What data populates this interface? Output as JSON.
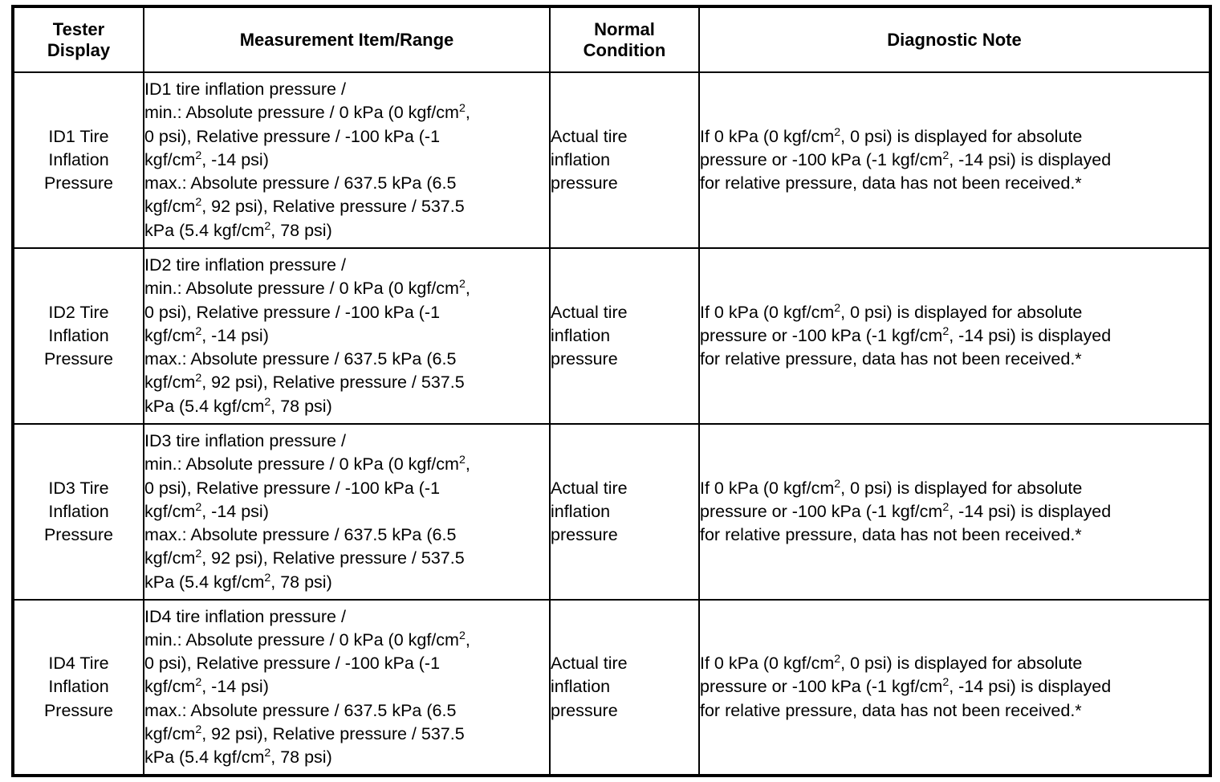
{
  "table": {
    "headers": [
      {
        "id": "tester-display",
        "line1": "Tester",
        "line2": "Display"
      },
      {
        "id": "measurement-item-range",
        "line1": "Measurement Item/Range",
        "line2": ""
      },
      {
        "id": "normal-condition",
        "line1": "Normal",
        "line2": "Condition"
      },
      {
        "id": "diagnostic-note",
        "line1": "Diagnostic Note",
        "line2": ""
      }
    ],
    "rows": [
      {
        "display": {
          "line1": "ID1 Tire",
          "line2": "Inflation",
          "line3": "Pressure"
        },
        "measurement": {
          "l1": "ID1 tire inflation pressure /",
          "l2a": "min.: Absolute pressure / 0 kPa (0 kgf/cm",
          "l2b": "2",
          "l2c": ",",
          "l3": "0 psi), Relative pressure / -100 kPa (-1",
          "l4a": "kgf/cm",
          "l4b": "2",
          "l4c": ", -14 psi)",
          "l5": "max.: Absolute pressure / 637.5 kPa (6.5",
          "l6a": "kgf/cm",
          "l6b": "2",
          "l6c": ", 92 psi), Relative pressure / 537.5",
          "l7a": "kPa (5.4 kgf/cm",
          "l7b": "2",
          "l7c": ", 78 psi)"
        },
        "normal": {
          "line1": "Actual tire",
          "line2": "inflation",
          "line3": "pressure"
        },
        "note": {
          "l1a": "If 0 kPa (0 kgf/cm",
          "l1b": "2",
          "l1c": ", 0 psi) is displayed for absolute",
          "l2a": "pressure or -100 kPa (-1 kgf/cm",
          "l2b": "2",
          "l2c": ", -14 psi) is displayed",
          "l3": "for relative pressure, data has not been received.*"
        }
      },
      {
        "display": {
          "line1": "ID2 Tire",
          "line2": "Inflation",
          "line3": "Pressure"
        },
        "measurement": {
          "l1": "ID2 tire inflation pressure /",
          "l2a": "min.: Absolute pressure / 0 kPa (0 kgf/cm",
          "l2b": "2",
          "l2c": ",",
          "l3": "0 psi), Relative pressure / -100 kPa (-1",
          "l4a": "kgf/cm",
          "l4b": "2",
          "l4c": ", -14 psi)",
          "l5": "max.: Absolute pressure / 637.5 kPa (6.5",
          "l6a": "kgf/cm",
          "l6b": "2",
          "l6c": ", 92 psi), Relative pressure / 537.5",
          "l7a": "kPa (5.4 kgf/cm",
          "l7b": "2",
          "l7c": ", 78 psi)"
        },
        "normal": {
          "line1": "Actual tire",
          "line2": "inflation",
          "line3": "pressure"
        },
        "note": {
          "l1a": "If 0 kPa (0 kgf/cm",
          "l1b": "2",
          "l1c": ", 0 psi) is displayed for absolute",
          "l2a": "pressure or -100 kPa (-1 kgf/cm",
          "l2b": "2",
          "l2c": ", -14 psi) is displayed",
          "l3": "for relative pressure, data has not been received.*"
        }
      },
      {
        "display": {
          "line1": "ID3 Tire",
          "line2": "Inflation",
          "line3": "Pressure"
        },
        "measurement": {
          "l1": "ID3 tire inflation pressure /",
          "l2a": "min.: Absolute pressure / 0 kPa (0 kgf/cm",
          "l2b": "2",
          "l2c": ",",
          "l3": "0 psi), Relative pressure / -100 kPa (-1",
          "l4a": "kgf/cm",
          "l4b": "2",
          "l4c": ", -14 psi)",
          "l5": "max.: Absolute pressure / 637.5 kPa (6.5",
          "l6a": "kgf/cm",
          "l6b": "2",
          "l6c": ", 92 psi), Relative pressure / 537.5",
          "l7a": "kPa (5.4 kgf/cm",
          "l7b": "2",
          "l7c": ", 78 psi)"
        },
        "normal": {
          "line1": "Actual tire",
          "line2": "inflation",
          "line3": "pressure"
        },
        "note": {
          "l1a": "If 0 kPa (0 kgf/cm",
          "l1b": "2",
          "l1c": ", 0 psi) is displayed for absolute",
          "l2a": "pressure or -100 kPa (-1 kgf/cm",
          "l2b": "2",
          "l2c": ", -14 psi) is displayed",
          "l3": "for relative pressure, data has not been received.*"
        }
      },
      {
        "display": {
          "line1": "ID4 Tire",
          "line2": "Inflation",
          "line3": "Pressure"
        },
        "measurement": {
          "l1": "ID4 tire inflation pressure /",
          "l2a": "min.: Absolute pressure / 0 kPa (0 kgf/cm",
          "l2b": "2",
          "l2c": ",",
          "l3": "0 psi), Relative pressure / -100 kPa (-1",
          "l4a": "kgf/cm",
          "l4b": "2",
          "l4c": ", -14 psi)",
          "l5": "max.: Absolute pressure / 637.5 kPa (6.5",
          "l6a": "kgf/cm",
          "l6b": "2",
          "l6c": ", 92 psi), Relative pressure / 537.5",
          "l7a": "kPa (5.4 kgf/cm",
          "l7b": "2",
          "l7c": ", 78 psi)"
        },
        "normal": {
          "line1": "Actual tire",
          "line2": "inflation",
          "line3": "pressure"
        },
        "note": {
          "l1a": "If 0 kPa (0 kgf/cm",
          "l1b": "2",
          "l1c": ", 0 psi) is displayed for absolute",
          "l2a": "pressure or -100 kPa (-1 kgf/cm",
          "l2b": "2",
          "l2c": ", -14 psi) is displayed",
          "l3": "for relative pressure, data has not been received.*"
        }
      }
    ]
  }
}
